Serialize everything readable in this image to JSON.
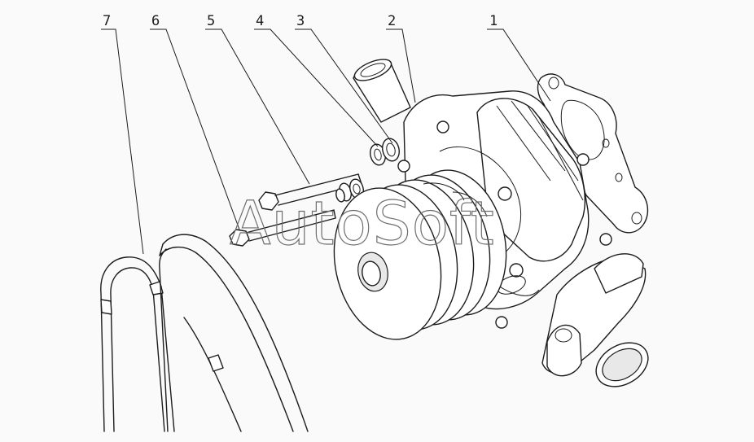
{
  "callouts": [
    {
      "id": "1",
      "label": "1"
    },
    {
      "id": "2",
      "label": "2"
    },
    {
      "id": "3",
      "label": "3"
    },
    {
      "id": "4",
      "label": "4"
    },
    {
      "id": "5",
      "label": "5"
    },
    {
      "id": "6",
      "label": "6"
    },
    {
      "id": "7",
      "label": "7"
    }
  ],
  "watermark": "AutoSoft"
}
